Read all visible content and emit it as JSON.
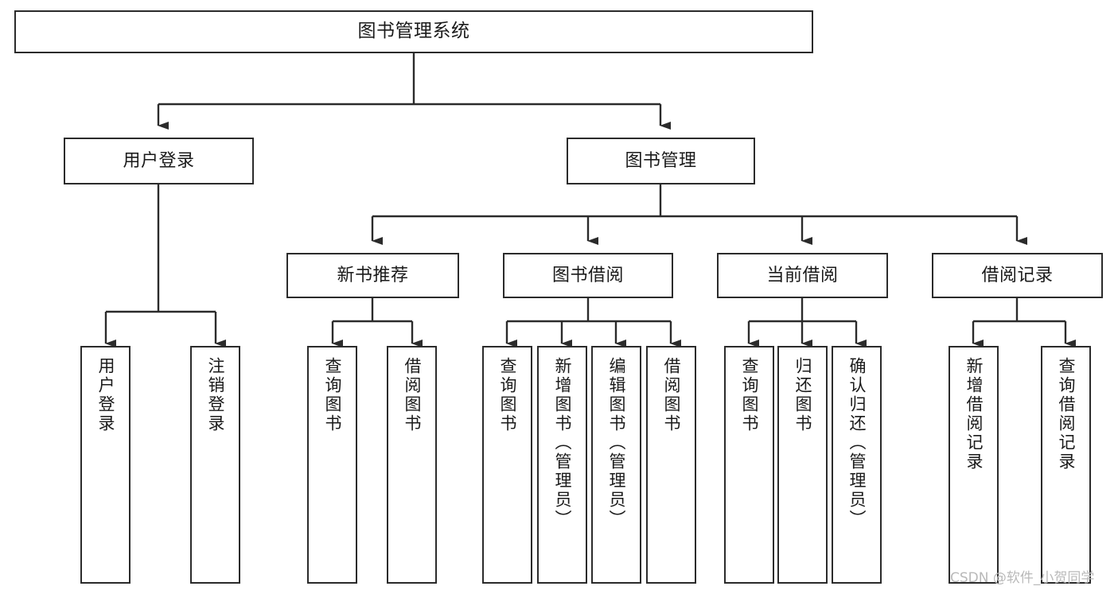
{
  "diagram": {
    "title": "图书管理系统",
    "type": "tree-hierarchy-diagram",
    "orientation": "top-down",
    "colors": {
      "box_border": "#2b2b2b",
      "box_fill": "#ffffff",
      "edge": "#2b2b2b",
      "text": "#1a1a1a",
      "watermark": "#b9b9b9",
      "background": "#ffffff"
    },
    "root": {
      "label": "图书管理系统"
    },
    "level2": [
      {
        "label": "用户登录"
      },
      {
        "label": "图书管理"
      }
    ],
    "level3": [
      {
        "label": "新书推荐"
      },
      {
        "label": "图书借阅"
      },
      {
        "label": "当前借阅"
      },
      {
        "label": "借阅记录"
      }
    ],
    "leaves": {
      "user_login": [
        {
          "label": "用户登录"
        },
        {
          "label": "注销登录"
        }
      ],
      "new_book_recommend": [
        {
          "label": "查询图书"
        },
        {
          "label": "借阅图书"
        }
      ],
      "book_borrow": [
        {
          "label": "查询图书"
        },
        {
          "label": "新增图书（管理员）"
        },
        {
          "label": "编辑图书（管理员）"
        },
        {
          "label": "借阅图书"
        }
      ],
      "current_borrow": [
        {
          "label": "查询图书"
        },
        {
          "label": "归还图书"
        },
        {
          "label": "确认归还（管理员）"
        }
      ],
      "borrow_record": [
        {
          "label": "新增借阅记录"
        },
        {
          "label": "查询借阅记录"
        }
      ]
    }
  },
  "watermark": {
    "text": "CSDN @软件_小贺同学"
  }
}
